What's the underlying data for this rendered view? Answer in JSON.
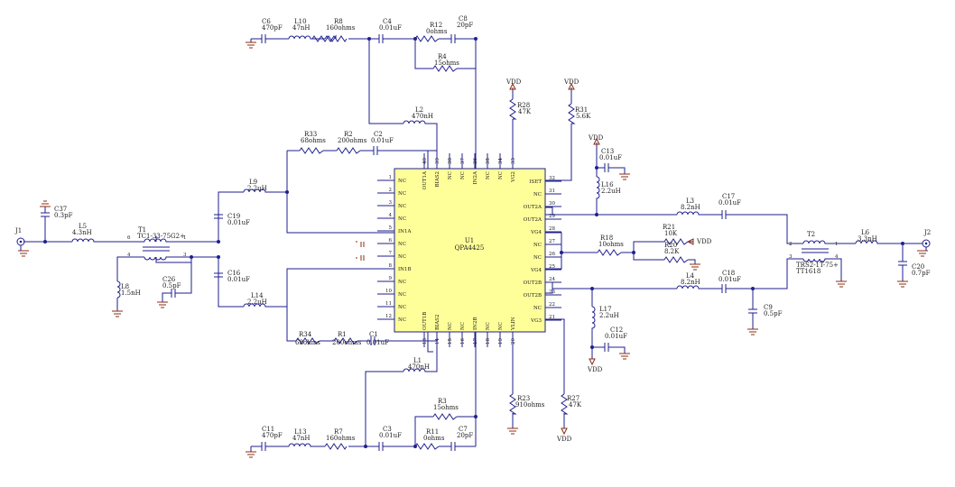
{
  "chip": {
    "ref": "U1",
    "part": "QPA4425"
  },
  "left_pins": [
    {
      "n": "1",
      "name": "NC"
    },
    {
      "n": "2",
      "name": "NC"
    },
    {
      "n": "3",
      "name": "NC"
    },
    {
      "n": "4",
      "name": "NC"
    },
    {
      "n": "5",
      "name": "IN1A"
    },
    {
      "n": "6",
      "name": "NC"
    },
    {
      "n": "7",
      "name": "NC"
    },
    {
      "n": "8",
      "name": "IN1B"
    },
    {
      "n": "9",
      "name": "NC"
    },
    {
      "n": "10",
      "name": "NC"
    },
    {
      "n": "11",
      "name": "NC"
    },
    {
      "n": "12",
      "name": "NC"
    }
  ],
  "right_pins": [
    {
      "n": "32",
      "name": "ISET"
    },
    {
      "n": "31",
      "name": "NC"
    },
    {
      "n": "30",
      "name": "OUT2A"
    },
    {
      "n": "29",
      "name": "OUT2A"
    },
    {
      "n": "28",
      "name": "VG4"
    },
    {
      "n": "27",
      "name": "NC"
    },
    {
      "n": "26",
      "name": "NC"
    },
    {
      "n": "25",
      "name": "VG4"
    },
    {
      "n": "24",
      "name": "OUT2B"
    },
    {
      "n": "23",
      "name": "OUT2B"
    },
    {
      "n": "22",
      "name": "NC"
    },
    {
      "n": "21",
      "name": "VG3"
    }
  ],
  "top_pins": [
    {
      "n": "40",
      "name": "OUT1A"
    },
    {
      "n": "39",
      "name": "BIAS2"
    },
    {
      "n": "38",
      "name": "NC"
    },
    {
      "n": "37",
      "name": "NC"
    },
    {
      "n": "36",
      "name": "IN2A"
    },
    {
      "n": "35",
      "name": "NC"
    },
    {
      "n": "34",
      "name": "NC"
    },
    {
      "n": "33",
      "name": "VG2"
    }
  ],
  "bottom_pins": [
    {
      "n": "13",
      "name": "OUT1B"
    },
    {
      "n": "14",
      "name": "BIAS2"
    },
    {
      "n": "15",
      "name": "NC"
    },
    {
      "n": "16",
      "name": "NC"
    },
    {
      "n": "17",
      "name": "IN2B"
    },
    {
      "n": "18",
      "name": "NC"
    },
    {
      "n": "19",
      "name": "NC"
    },
    {
      "n": "20",
      "name": "VLIN"
    }
  ],
  "components": {
    "C6": {
      "ref": "C6",
      "val": "470pF"
    },
    "L10": {
      "ref": "L10",
      "val": "47nH"
    },
    "R8": {
      "ref": "R8",
      "val": "160ohms"
    },
    "C4": {
      "ref": "C4",
      "val": "0.01uF"
    },
    "R12": {
      "ref": "R12",
      "val": "0ohms"
    },
    "C8": {
      "ref": "C8",
      "val": "20pF"
    },
    "R4": {
      "ref": "R4",
      "val": "15ohms"
    },
    "L2": {
      "ref": "L2",
      "val": "470nH"
    },
    "R33": {
      "ref": "R33",
      "val": "68ohms"
    },
    "R2": {
      "ref": "R2",
      "val": "200ohms"
    },
    "C2": {
      "ref": "C2",
      "val": "0.01uF"
    },
    "R28": {
      "ref": "R28",
      "val": "47K"
    },
    "R31": {
      "ref": "R31",
      "val": "5.6K"
    },
    "C13": {
      "ref": "C13",
      "val": "0.01uF"
    },
    "L16": {
      "ref": "L16",
      "val": "2.2uH"
    },
    "C37": {
      "ref": "C37",
      "val": "0.3pF"
    },
    "L5": {
      "ref": "L5",
      "val": "4.3nH"
    },
    "T1": {
      "ref": "T1",
      "val": "TC1-33-75G2+"
    },
    "L9": {
      "ref": "L9",
      "val": "2.2uH"
    },
    "C19": {
      "ref": "C19",
      "val": "0.01uF"
    },
    "L8": {
      "ref": "L8",
      "val": "1.5nH"
    },
    "C26": {
      "ref": "C26",
      "val": "0.5pF"
    },
    "C16": {
      "ref": "C16",
      "val": "0.01uF"
    },
    "L14": {
      "ref": "L14",
      "val": "2.2uH"
    },
    "L3": {
      "ref": "L3",
      "val": "8.2nH"
    },
    "C17": {
      "ref": "C17",
      "val": "0.01uF"
    },
    "R18": {
      "ref": "R18",
      "val": "10ohms"
    },
    "R21": {
      "ref": "R21",
      "val": "10K"
    },
    "R20": {
      "ref": "R20",
      "val": "8.2K"
    },
    "L4": {
      "ref": "L4",
      "val": "8.2nH"
    },
    "C18": {
      "ref": "C18",
      "val": "0.01uF"
    },
    "C9": {
      "ref": "C9",
      "val": "0.5pF"
    },
    "T2": {
      "ref": "T2",
      "val": "TRS2-1T-75+"
    },
    "L6": {
      "ref": "L6",
      "val": "3.3nH"
    },
    "C20": {
      "ref": "C20",
      "val": "0.7pF"
    },
    "L17": {
      "ref": "L17",
      "val": "2.2uH"
    },
    "C12": {
      "ref": "C12",
      "val": "0.01uF"
    },
    "R34": {
      "ref": "R34",
      "val": "68ohms"
    },
    "R1": {
      "ref": "R1",
      "val": "200ohms"
    },
    "C1": {
      "ref": "C1",
      "val": "0.01uF"
    },
    "L1": {
      "ref": "L1",
      "val": "470nH"
    },
    "R3": {
      "ref": "R3",
      "val": "15ohms"
    },
    "R23": {
      "ref": "R23",
      "val": "910ohms"
    },
    "R27": {
      "ref": "R27",
      "val": "47K"
    },
    "C11": {
      "ref": "C11",
      "val": "470pF"
    },
    "L13": {
      "ref": "L13",
      "val": "47nH"
    },
    "R7": {
      "ref": "R7",
      "val": "160ohms"
    },
    "C3": {
      "ref": "C3",
      "val": "0.01uF"
    },
    "R11": {
      "ref": "R11",
      "val": "0ohms"
    },
    "C7": {
      "ref": "C7",
      "val": "20pF"
    }
  },
  "extra_text": {
    "tt1618": "TT1618",
    "t2_pin2": "2",
    "t2_pin1": "1",
    "t2_pin3": "3",
    "t2_pin4": "4",
    "t1_pin6": "6",
    "t1_pin1": "1",
    "t1_pin4": "4",
    "t1_pin3": "3"
  },
  "connectors": {
    "J1": "J1",
    "J2": "J2"
  },
  "power": {
    "vdd": "VDD"
  },
  "colors": {
    "wire": "#1f1f8f",
    "chip": "#ffff99",
    "ground": "#8b2c10"
  }
}
